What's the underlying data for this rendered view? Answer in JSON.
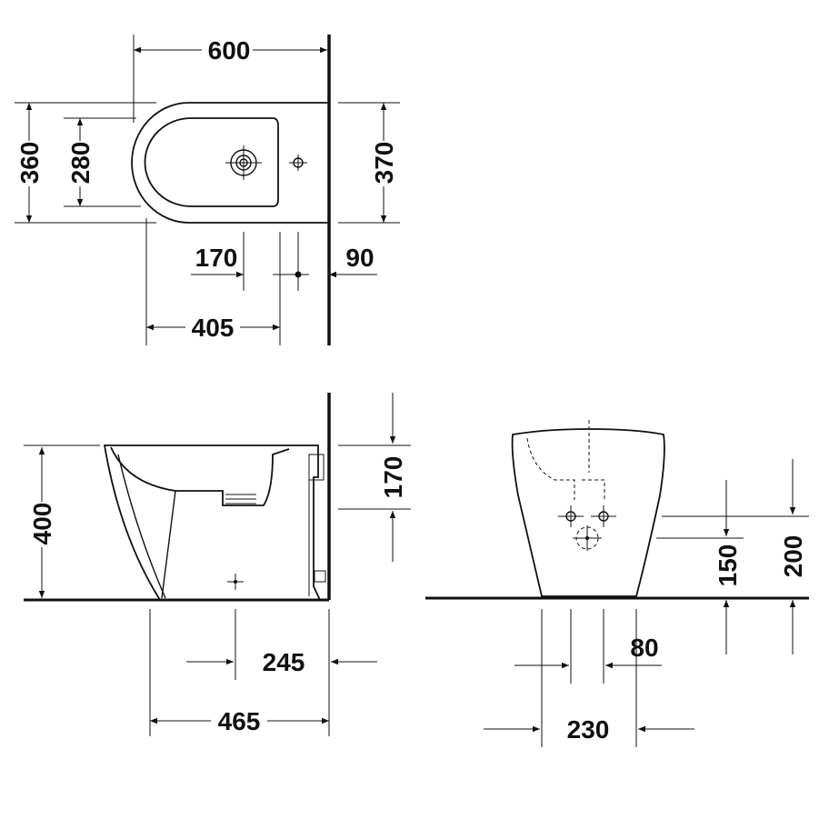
{
  "drawing": {
    "plan_view": {
      "width_600": "600",
      "depth_360": "360",
      "inner_280": "280",
      "depth_370": "370",
      "offset_170": "170",
      "offset_90": "90",
      "offset_405": "405"
    },
    "side_view": {
      "height_400": "400",
      "rim_170": "170",
      "offset_245": "245",
      "length_465": "465"
    },
    "front_view": {
      "height_150": "150",
      "height_200": "200",
      "width_80": "80",
      "width_230": "230"
    }
  }
}
